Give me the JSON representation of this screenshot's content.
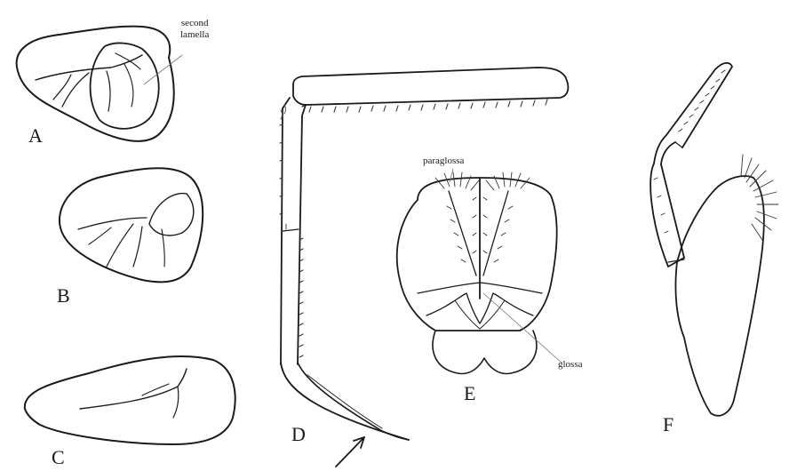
{
  "figure": {
    "panels": {
      "A": "A",
      "B": "B",
      "C": "C",
      "D": "D",
      "E": "E",
      "F": "F"
    },
    "annotations": {
      "second_lamella_line1": "second",
      "second_lamella_line2": "lamella",
      "paraglossa": "paraglossa",
      "glossa": "glossa"
    },
    "colors": {
      "ink": "#1a1a1a",
      "background": "#ffffff"
    }
  }
}
